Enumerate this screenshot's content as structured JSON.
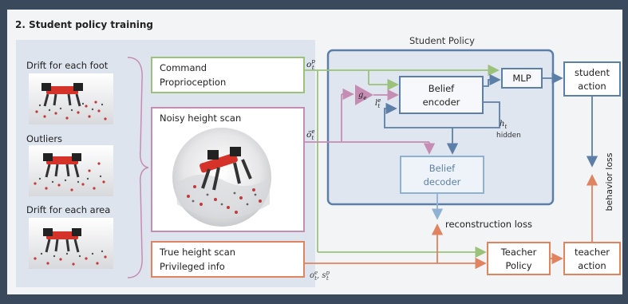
{
  "section_title": "2. Student policy training",
  "left_captions": [
    "Drift for each foot",
    "Outliers",
    "Drift for each area"
  ],
  "inputs": {
    "command": [
      "Command",
      "Proprioception"
    ],
    "noisy": "Noisy height scan",
    "true_scan": [
      "True height scan",
      "Privileged info"
    ]
  },
  "student_policy": {
    "title": "Student Policy",
    "mlp": "MLP",
    "belief_encoder": [
      "Belief",
      "encoder"
    ],
    "belief_decoder": [
      "Belief",
      "decoder"
    ],
    "gate": "g",
    "gate_sub": "e",
    "hidden_symbol": "h",
    "hidden_sub": "t",
    "hidden_label": "hidden"
  },
  "outputs": {
    "student_action": [
      "student",
      "action"
    ],
    "teacher_policy": [
      "Teacher",
      "Policy"
    ],
    "teacher_action": [
      "teacher",
      "action"
    ],
    "behavior_loss": "behavior loss",
    "reconstruction_loss": "reconstruction loss"
  },
  "symbols": {
    "o_p": "o",
    "o_p_sup": "p",
    "o_p_sub": "t",
    "o_e": "õ",
    "o_e_sup": "e",
    "o_e_sub": "t",
    "l_e": "l",
    "l_e_sup": "e",
    "l_e_sub": "t",
    "priv": "o",
    "priv_sup": "e",
    "priv_sub": "t",
    "priv_s": "s",
    "priv_s_sup": "p",
    "priv_s_sub": "t"
  },
  "colors": {
    "bg": "#3a4a5c",
    "panel": "#f3f4f6",
    "left_panel": "#dde4ee",
    "green": "#9bc27a",
    "purple": "#c58db3",
    "orange": "#e0835f",
    "blue": "#5c7fa8",
    "light_blue": "#8fb2d4"
  }
}
